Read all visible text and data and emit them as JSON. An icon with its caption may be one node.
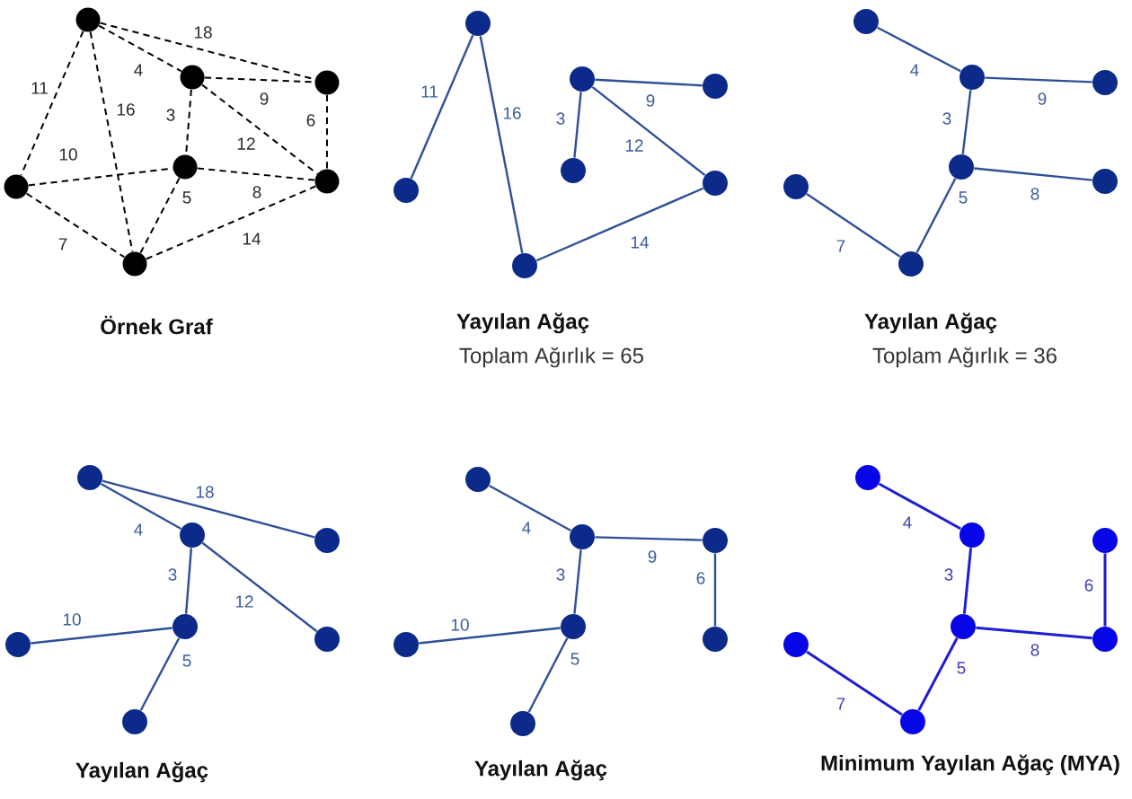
{
  "diagram": {
    "nodes": [
      {
        "text": [],
        "shape": "circle"
      },
      {
        "text": [],
        "shape": "circle"
      },
      {
        "text": [],
        "shape": "circle"
      },
      {
        "text": [],
        "shape": "circle"
      },
      {
        "text": [],
        "shape": "circle"
      },
      {
        "text": [],
        "shape": "circle"
      },
      {
        "text": [],
        "shape": "circle"
      },
      {
        "text": [],
        "shape": "circle"
      },
      {
        "text": [],
        "shape": "circle"
      },
      {
        "text": [],
        "shape": "circle"
      },
      {
        "text": [],
        "shape": "circle"
      },
      {
        "text": [],
        "shape": "circle"
      },
      {
        "text": [],
        "shape": "circle"
      },
      {
        "text": [],
        "shape": "circle"
      },
      {
        "text": [],
        "shape": "circle"
      },
      {
        "text": [],
        "shape": "circle"
      },
      {
        "text": [],
        "shape": "circle"
      },
      {
        "text": [],
        "shape": "circle"
      },
      {
        "text": [],
        "shape": "circle"
      },
      {
        "text": [],
        "shape": "circle"
      },
      {
        "text": [],
        "shape": "circle"
      },
      {
        "text": [],
        "shape": "circle"
      },
      {
        "text": [],
        "shape": "circle"
      },
      {
        "text": [],
        "shape": "circle"
      },
      {
        "text": [],
        "shape": "circle"
      },
      {
        "text": [],
        "shape": "circle"
      },
      {
        "text": [],
        "shape": "circle"
      },
      {
        "text": [],
        "shape": "circle"
      },
      {
        "text": [],
        "shape": "circle"
      },
      {
        "text": [],
        "shape": "circle"
      },
      {
        "text": [],
        "shape": "circle"
      },
      {
        "text": [],
        "shape": "circle"
      },
      {
        "text": [],
        "shape": "circle"
      },
      {
        "text": [],
        "shape": "circle"
      },
      {
        "text": [],
        "shape": "circle"
      },
      {
        "text": [],
        "shape": "circle"
      },
      {
        "text": [],
        "shape": "circle"
      },
      {
        "text": [],
        "shape": "circle"
      },
      {
        "text": [],
        "shape": "circle"
      },
      {
        "text": [],
        "shape": "circle"
      },
      {
        "text": [],
        "shape": "circle"
      },
      {
        "text": [],
        "shape": "circle"
      }
    ],
    "edges": [
      {
        "from": 0,
        "to": 1,
        "arrow": "none",
        "label": "4",
        "style": "dashed",
        "color": "#000000"
      },
      {
        "from": 0,
        "to": 2,
        "arrow": "none",
        "label": "18",
        "style": "dashed",
        "color": "#000000"
      },
      {
        "from": 0,
        "to": 3,
        "arrow": "none",
        "label": "11",
        "style": "dashed",
        "color": "#000000"
      },
      {
        "from": 0,
        "to": 6,
        "arrow": "none",
        "label": "16",
        "style": "dashed",
        "color": "#000000"
      },
      {
        "from": 1,
        "to": 2,
        "arrow": "none",
        "label": "9",
        "style": "dashed",
        "color": "#000000"
      },
      {
        "from": 1,
        "to": 4,
        "arrow": "none",
        "label": "3",
        "style": "dashed",
        "color": "#000000"
      },
      {
        "from": 1,
        "to": 5,
        "arrow": "none",
        "label": "12",
        "style": "dashed",
        "color": "#000000"
      },
      {
        "from": 2,
        "to": 5,
        "arrow": "none",
        "label": "6",
        "style": "dashed",
        "color": "#000000"
      },
      {
        "from": 3,
        "to": 4,
        "arrow": "none",
        "label": "10",
        "style": "dashed",
        "color": "#000000"
      },
      {
        "from": 3,
        "to": 6,
        "arrow": "none",
        "label": "7",
        "style": "dashed",
        "color": "#000000"
      },
      {
        "from": 4,
        "to": 5,
        "arrow": "none",
        "label": "8",
        "style": "dashed",
        "color": "#000000"
      },
      {
        "from": 4,
        "to": 6,
        "arrow": "none",
        "label": "5",
        "style": "dashed",
        "color": "#000000"
      },
      {
        "from": 6,
        "to": 5,
        "arrow": "none",
        "label": "14",
        "style": "dashed",
        "color": "#000000"
      },
      {
        "from": 7,
        "to": 10,
        "arrow": "none",
        "label": "11"
      },
      {
        "from": 7,
        "to": 13,
        "arrow": "none",
        "label": "16"
      },
      {
        "from": 8,
        "to": 9,
        "arrow": "none",
        "label": "9"
      },
      {
        "from": 8,
        "to": 11,
        "arrow": "none",
        "label": "3"
      },
      {
        "from": 8,
        "to": 12,
        "arrow": "none",
        "label": "12"
      },
      {
        "from": 13,
        "to": 12,
        "arrow": "none",
        "label": "14"
      },
      {
        "from": 14,
        "to": 15,
        "arrow": "none",
        "label": "4"
      },
      {
        "from": 15,
        "to": 16,
        "arrow": "none",
        "label": "9"
      },
      {
        "from": 15,
        "to": 18,
        "arrow": "none",
        "label": "3"
      },
      {
        "from": 18,
        "to": 19,
        "arrow": "none",
        "label": "8"
      },
      {
        "from": 18,
        "to": 20,
        "arrow": "none",
        "label": "5"
      },
      {
        "from": 17,
        "to": 20,
        "arrow": "none",
        "label": "7"
      },
      {
        "from": 21,
        "to": 22,
        "arrow": "none",
        "label": "4"
      },
      {
        "from": 21,
        "to": 23,
        "arrow": "none",
        "label": "18"
      },
      {
        "from": 22,
        "to": 25,
        "arrow": "none",
        "label": "3"
      },
      {
        "from": 22,
        "to": 26,
        "arrow": "none",
        "label": "12"
      },
      {
        "from": 24,
        "to": 25,
        "arrow": "none",
        "label": "10"
      },
      {
        "from": 25,
        "to": 27,
        "arrow": "none",
        "label": "5"
      },
      {
        "from": 28,
        "to": 29,
        "arrow": "none",
        "label": "4"
      },
      {
        "from": 29,
        "to": 30,
        "arrow": "none",
        "label": "9"
      },
      {
        "from": 29,
        "to": 32,
        "arrow": "none",
        "label": "3"
      },
      {
        "from": 30,
        "to": 33,
        "arrow": "none",
        "label": "6"
      },
      {
        "from": 31,
        "to": 32,
        "arrow": "none",
        "label": "10"
      },
      {
        "from": 32,
        "to": 34,
        "arrow": "none",
        "label": "5"
      },
      {
        "from": 35,
        "to": 36,
        "arrow": "none",
        "label": "4",
        "color": "#1e1ed2"
      },
      {
        "from": 36,
        "to": 39,
        "arrow": "none",
        "label": "3",
        "color": "#1e1ed2"
      },
      {
        "from": 37,
        "to": 40,
        "arrow": "none",
        "label": "6",
        "color": "#1e1ed2"
      },
      {
        "from": 39,
        "to": 40,
        "arrow": "none",
        "label": "8",
        "color": "#1e1ed2"
      },
      {
        "from": 39,
        "to": 41,
        "arrow": "none",
        "label": "5",
        "color": "#1e1ed2"
      },
      {
        "from": 38,
        "to": 41,
        "arrow": "none",
        "label": "7",
        "color": "#1e1ed2"
      }
    ],
    "labels": [
      "Örnek Graf",
      "Yayılan Ağaç",
      "Toplam Ağırlık = 65",
      "Yayılan Ağaç",
      "Toplam Ağırlık = 36",
      "Yayılan Ağaç",
      "Yayılan Ağaç",
      "Minimum Yayılan Ağaç (MYA)"
    ]
  }
}
